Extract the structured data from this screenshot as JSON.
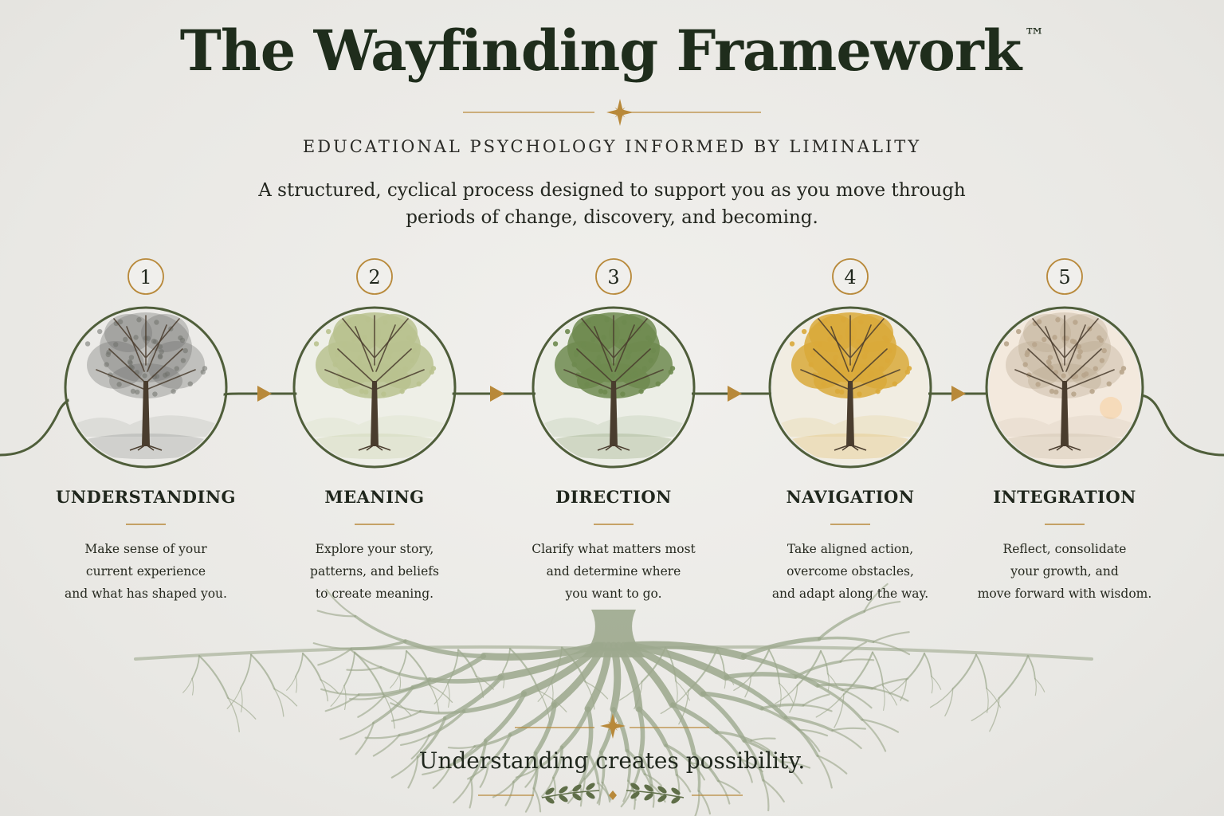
{
  "header": {
    "title": "The Wayfinding Framework",
    "trademark": "™",
    "subtitle": "EDUCATIONAL PSYCHOLOGY INFORMED BY LIMINALITY",
    "intro_lines": [
      "A structured, cyclical process designed to support you as you move through",
      "periods of change, discovery, and becoming."
    ]
  },
  "steps": [
    {
      "number": "1",
      "label": "UNDERSTANDING",
      "description": [
        "Make sense of your",
        "current experience",
        "and what has shaped you."
      ],
      "foliage": "#6f716c"
    },
    {
      "number": "2",
      "label": "MEANING",
      "description": [
        "Explore your story,",
        "patterns, and beliefs",
        "to create meaning."
      ],
      "foliage": "#b9c28f"
    },
    {
      "number": "3",
      "label": "DIRECTION",
      "description": [
        "Clarify what matters most",
        "and determine where",
        "you want to go."
      ],
      "foliage": "#6e8a4f"
    },
    {
      "number": "4",
      "label": "NAVIGATION",
      "description": [
        "Take aligned action,",
        "overcome obstacles,",
        "and adapt along the way."
      ],
      "foliage": "#d9a93a"
    },
    {
      "number": "5",
      "label": "INTEGRATION",
      "description": [
        "Reflect, consolidate",
        "your growth, and",
        "move forward with wisdom."
      ],
      "foliage": "#b8a58c"
    }
  ],
  "footer": {
    "tagline": "Understanding creates possibility."
  },
  "colors": {
    "accent_gold": "#b8893a",
    "line_green": "#4f5e3a",
    "text_dark": "#1f261c",
    "background": "#ecebe8",
    "root_green": "#8e9c7d"
  },
  "icons": {
    "compass_star": "compass-star-icon",
    "arrow": "arrow-right-icon",
    "laurel": "laurel-branch-icon"
  }
}
